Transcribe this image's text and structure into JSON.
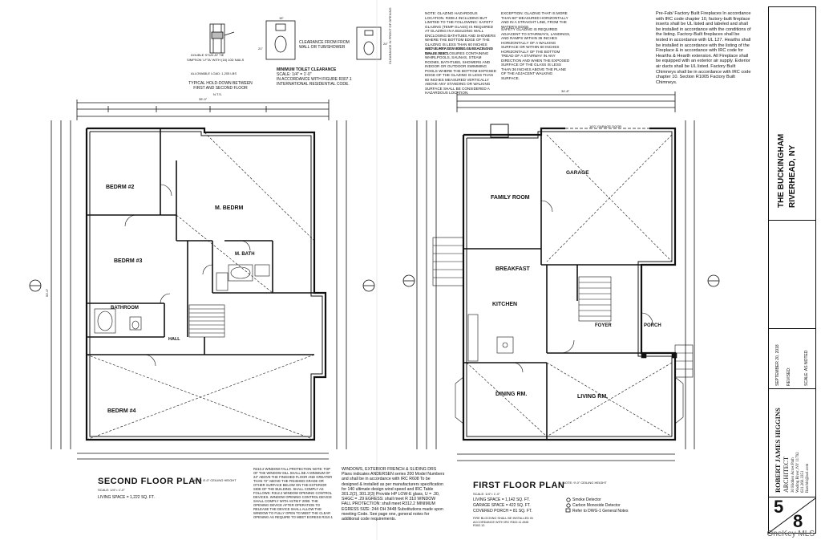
{
  "details": {
    "hold_down_lines": [
      "DOUBLE STUD AT TIE",
      "SIMPSON 'LFTA' WITH (16) 10D NAILS",
      "ALLOWABLE LOAD: 1,205 LBS"
    ],
    "hold_down_title": "TYPICAL HOLD-DOWN BETWEEN FIRST AND SECOND FLOOR",
    "hold_down_scale": "N.T.S.",
    "clearance_label": "CLEARANCE FROM FROM WALL OR TUB/SHOWER",
    "clearance_front_label": "CLEARANCE IN FRONT OF OPENING",
    "dim_15": "15\"",
    "dim_21": "21\"",
    "dim_24": "24\"",
    "toilet_title": "MINIMUM TOILET CLEARANCE",
    "toilet_scale": "SCALE: 1/4\" = 1'-0\"",
    "toilet_ref": "IN ACCORDANCE WITH FIGURE R307.1 INTERNATIONAL RESIDENTIAL CODE."
  },
  "top_notes": {
    "glazing_note": "NOTE: GLAZING HAZARDOUS LOCATION. R308.4 INCLUDING BUT LIMITED TO THE FOLLOWING: SAFETY GLAZING (TEMP GLASS) IS REQUIRED AT GLAZING IN A BUILDING WALL ENCLOSING BATHTUBS AND SHOWERS WHERE THE BOTTOM EDGE OF THE GLAZING IS LESS THAN 60 INCHES ABOVE ANY STANDING SURFACE AND DRAIN INLET.",
    "wet_surfaces_note": "WET SURFACES. R308.4.5 GLAZING IN WALLS, ENCLOSURES CONTAINING WHIRLPOOLS, SAUNAS, STEAM ROOMS, BATHTUBS, SHOWERS AND INDOOR OR OUTDOOR SWIMMING POOLS WHERE THE BOTTOM EXPOSED EDGE OF THE GLAZING IS LESS THAN 60 INCHES MEASURED VERTICALLY ABOVE ANY STANDING OR WALKING SURFACE SHALL BE CONSIDERED A HAZARDOUS LOCATION.",
    "exception_note": "EXCEPTION: GLAZING THAT IS MORE THAN 60\" MEASURED HORIZONTALLY AND IN A STRAIGHT LINE, FROM THE WATER'S EDGE.",
    "stairs_note": "SAFETY GLAZING IS REQUIRED ADJACENT TO STAIRWAYS, LANDINGS, AND RAMPS WITHIN 36 INCHES HORIZONTALLY OF A WALKING SURFACE OR WITHIN 60 INCHES HORIZONTALLY OF THE BOTTOM TREAD OF A STAIRWAY IN ANY DIRECTION AND WHEN THE EXPOSED SURFACE OF THE GLASS IS LESS THAN 36 INCHES ABOVE THE PLANE OF THE ADJACENT WALKING SURFACE."
  },
  "right_notes": "Pre-Fab/ Factory Built Fireplaces In accordance with IRC code chapter 10, factory-built fireplace inserts shall be UL listed and labeled and shall be installed in accordance with the conditions of the listing. Factory-Built fireplaces shall be tested in accordance with UL 127. Hearths shall be installed in accordance with the listing of the Fireplace & in accordance with IRC code for Hearths & Hearth extension. All Fireplace shall be equipped with an exterior air supply. Exterior air ducts shall be UL listed. Factory Built Chimneys shall be in accordance with IRC code chapter 10. Section R1005 Factory Built Chimneys.",
  "second_floor": {
    "title": "SECOND FLOOR PLAN",
    "ceiling_note": "NOTE: 8'-0\" CEILING HEIGHT",
    "scale": "SCALE: 1/4\"= 1'-0\"",
    "living_space": "LIVING SPACE = 1,222 SQ. FT.",
    "rooms": [
      "BEDRM #2",
      "M. BEDRM",
      "BEDRM #3",
      "M. BATH",
      "BATHROOM",
      "HALL",
      "BEDRM #4"
    ],
    "overall_width": "35'-0\"",
    "overall_depth": "50'-0\""
  },
  "first_floor": {
    "title": "FIRST FLOOR PLAN",
    "ceiling_note": "NOTE: 9'-0\" CEILING HEIGHT",
    "scale": "SCALE: 1/4\"= 1'-0\"",
    "areas": [
      "LIVING SPACE = 1,142 SQ. FT.",
      "GARAGE SPACE = 422 SQ. FT.",
      "COVERED PORCH = 81 SQ. FT."
    ],
    "rooms": [
      "FAMILY ROOM",
      "GARAGE",
      "BREAKFAST",
      "KITCHEN",
      "FOYER",
      "PORCH",
      "DINING RM.",
      "LIVING RM."
    ],
    "overall_width": "34'-8\"",
    "garage_door": "16'0\" GARAGE DOOR"
  },
  "window_notes": {
    "egress": "R310.2 WINDOW FALL PROTECTION NOTE: TOP OF THE WINDOW SILL SHALL BE A MINIMUM OF 24\" ABOVE THE FINISHED FLOOR AND GREATER THAN 72\" ABOVE THE FINISHED GRADE OR OTHER SURFACE BELOW ON THE EXTERIOR SIDE OF THE BUILDING. SHALL COMPLY AS FOLLOWS: R312.2 WINDOW OPENING CONTROL DEVICES. WINDOW OPENING CONTROL DEVICE SHALL COMPLY WITH ASTM F 2090. THE OPENING DEVICE AFTER OPERATION TO RELEASE THE DEVICE SHALL ALLOW THE WINDOW TO FULLY OPEN TO MEET THE CLEAR OPENING AS REQUIRE TO MEET EGRESS R310.1",
    "windows": "WINDOWS, EXTERIOR FRENCH & SLIDING DRS Plans indicates ANDERSEN series 200 Model Numbers and shall be in accordance with IRC R608 To be designed & installed as per manufacturers specification for 140 ultimate design wind speed and IRC Table 301.2(2), 301.2(3) Provide HP LOW-E glass, U = .30, SHGC = .29 EGRESS: shall meet R 310 WINDOW FALL PROTECTION: shall meet R312.2 MINIMUM EGRESS SIZE: 244 OH 3448 Substitutions made upon meeting Code. See page one, general notes for additional code requirements.",
    "legend": [
      "Smoke Detector",
      "Carbon Monoxide Detector",
      "Refer to DWG-1 General Notes"
    ],
    "fire_blocking": "FIRE BLOCKING SHALL BE INSTALLED IN ACCORDANCE WITH IRC R302.11 AND R302.12."
  },
  "titleblock": {
    "project": "THE BUCKINGHAM",
    "location": "RIVERHEAD, NY",
    "date": "SEPTEMBER 20, 2018",
    "revised": "REVISED:",
    "scale": "SCALE: AS NOTED",
    "architect": "ROBERT JAMES HIGGINS",
    "architect_title": "ARCHITECT",
    "address1": "30 Hidden Acres Path",
    "address2": "Wading River, NY 11792",
    "phone": "631.260.3351",
    "email": "Rarchhi@aol.com",
    "sheet_number": "5",
    "sheet_total": "8"
  },
  "watermark": "OneKey MLS"
}
